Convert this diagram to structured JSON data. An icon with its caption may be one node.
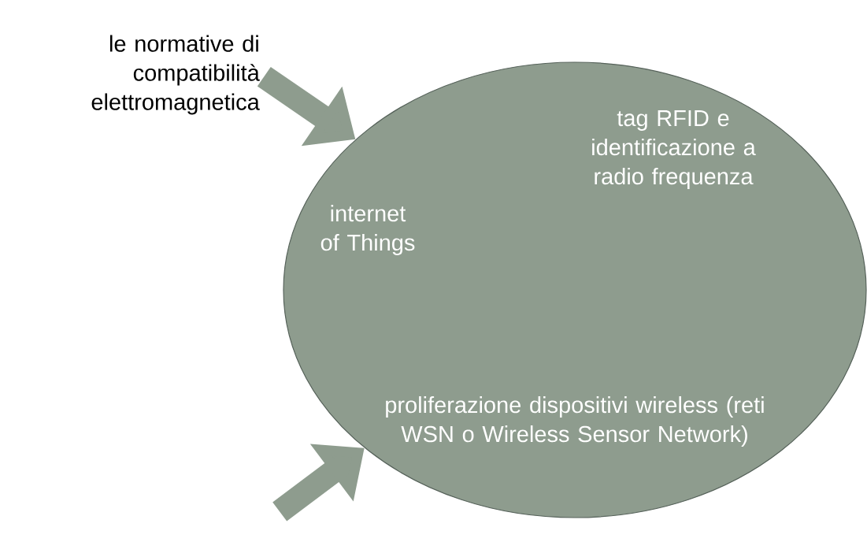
{
  "diagram": {
    "nodes": [
      {
        "text": [
          "tag RFID e identificazione a radio frequenza",
          "internet of Things",
          "proliferazione dispositivi wireless (reti WSN o Wireless Sensor Network)"
        ]
      },
      {
        "text": [
          "le normative di compatibilità elettromagnetica"
        ]
      }
    ],
    "edges": [
      {
        "from": 1,
        "to": 0,
        "arrow": "to"
      },
      {
        "from": null,
        "to": 0,
        "arrow": "to"
      }
    ]
  }
}
